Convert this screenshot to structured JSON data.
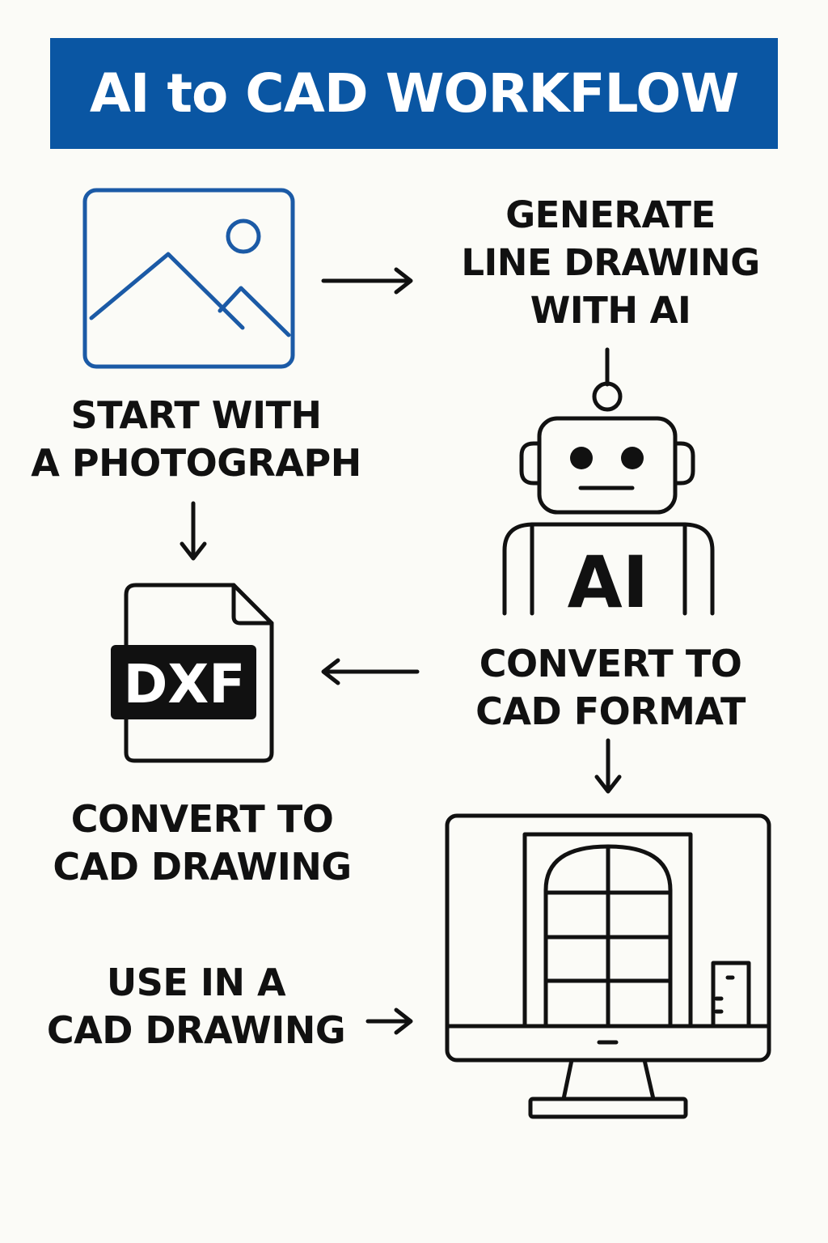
{
  "title": "AI to CAD WORKFLOW",
  "steps": {
    "generate": "GENERATE\nLINE DRAWING\nWITH AI",
    "photograph": "START WITH\nA PHOTOGRAPH",
    "cad_format": "CONVERT TO\nCAD FORMAT",
    "cad_drawing": "CONVERT TO\nCAD DRAWING",
    "use_in_cad": "USE IN A\nCAD DRAWING"
  },
  "icons": {
    "robot_badge": "AI",
    "file_badge": "DXF",
    "photo": "image-icon",
    "robot": "robot-icon",
    "file": "dxf-file-icon",
    "monitor": "monitor-icon"
  },
  "colors": {
    "banner": "#0a56a3",
    "photo_icon": "#1b5aa6",
    "ink": "#111111",
    "background": "#fbfbf7"
  }
}
